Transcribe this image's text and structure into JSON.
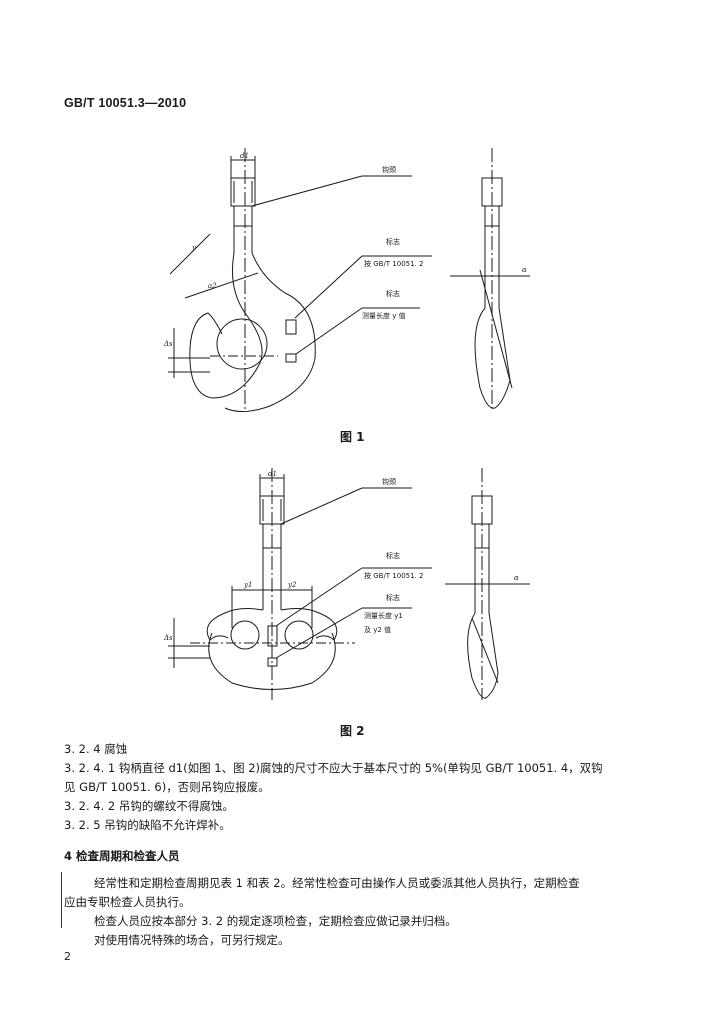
{
  "header": {
    "standard_no": "GB/T 10051.3—2010"
  },
  "figure1": {
    "caption": "图 1",
    "label_neck": "钩颈",
    "label_mark1": "标志",
    "label_mark1_ref": "按 GB/T 10051. 2",
    "label_mark2": "标志",
    "label_measure": "测量长度 y 值",
    "dim_d1": "d1",
    "dim_y": "y",
    "dim_a2": "a2",
    "dim_ds": "Δs",
    "dim_alpha": "α"
  },
  "figure2": {
    "caption": "图 2",
    "label_neck": "钩颈",
    "label_mark1": "标志",
    "label_mark1_ref": "按 GB/T 10051. 2",
    "label_mark2": "标志",
    "label_measure1": "测量长度 y1",
    "label_measure2": "及 y2 值",
    "dim_d1": "d1",
    "dim_y1": "y1",
    "dim_y2": "y2",
    "dim_ds": "Δs",
    "dim_alpha": "α"
  },
  "body": {
    "s324": "3. 2. 4   腐蚀",
    "s3241_a": "3. 2. 4. 1   钩柄直径 d1(如图 1、图 2)腐蚀的尺寸不应大于基本尺寸的 5%(单钩见 GB/T 10051. 4，双钩",
    "s3241_b": "见 GB/T 10051. 6)，否则吊钩应报废。",
    "s3242": "3. 2. 4. 2   吊钩的螺纹不得腐蚀。",
    "s325": "3. 2. 5   吊钩的缺陷不允许焊补。",
    "s4_title": "4   检查周期和检查人员",
    "p1_a": "经常性和定期检查周期见表 1 和表 2。经常性检查可由操作人员或委派其他人员执行，定期检查",
    "p1_b": "应由专职检查人员执行。",
    "p2": "检查人员应按本部分 3. 2 的规定逐项检查，定期检查应做记录并归档。",
    "p3": "对使用情况特殊的场合，可另行规定。"
  },
  "footer": {
    "page_number": "2"
  }
}
